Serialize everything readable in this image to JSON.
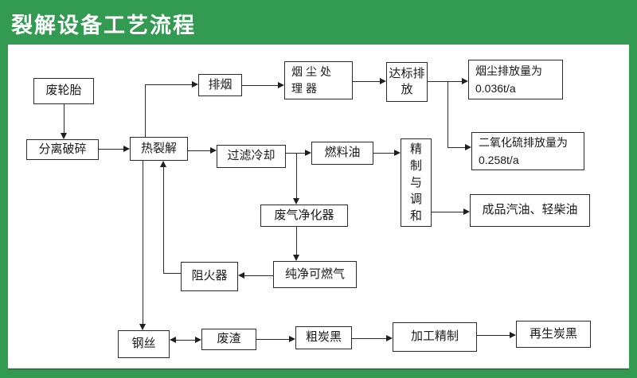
{
  "header": {
    "title": "裂解设备工艺流程"
  },
  "colors": {
    "background_green": "#339a52",
    "panel": "#ffffff",
    "line": "#2b2b2b",
    "text": "#1a1a1a"
  },
  "flow": {
    "nodes": {
      "waste_tire": {
        "label": "废轮胎"
      },
      "separate_crush": {
        "label": "分离破碎"
      },
      "pyrolysis": {
        "label": "热裂解"
      },
      "smoke_exhaust": {
        "label": "排烟"
      },
      "dust_processor": {
        "label": "烟尘处理器"
      },
      "standard_discharge": {
        "label": "达标排放"
      },
      "dust_emission": {
        "line1": "烟尘排放量为",
        "line2": "0.036t/a"
      },
      "so2_emission": {
        "line1": "二氧化硫排放量为",
        "line2": "0.258t/a"
      },
      "filter_cooling": {
        "label": "过滤冷却"
      },
      "fuel_oil": {
        "label": "燃料油"
      },
      "refine_blend": {
        "label": "精制与调和"
      },
      "finished_oil": {
        "label": "成品汽油、轻柴油"
      },
      "gas_purifier": {
        "label": "废气净化器"
      },
      "pure_gas": {
        "label": "纯净可燃气"
      },
      "flame_arrester": {
        "label": "阻火器"
      },
      "steel_wire": {
        "label": "钢丝"
      },
      "waste_residue": {
        "label": "废渣"
      },
      "crude_carbon_black": {
        "label": "粗炭黑"
      },
      "processing_refine": {
        "label": "加工精制"
      },
      "regen_carbon_black": {
        "label": "再生炭黑"
      }
    }
  }
}
